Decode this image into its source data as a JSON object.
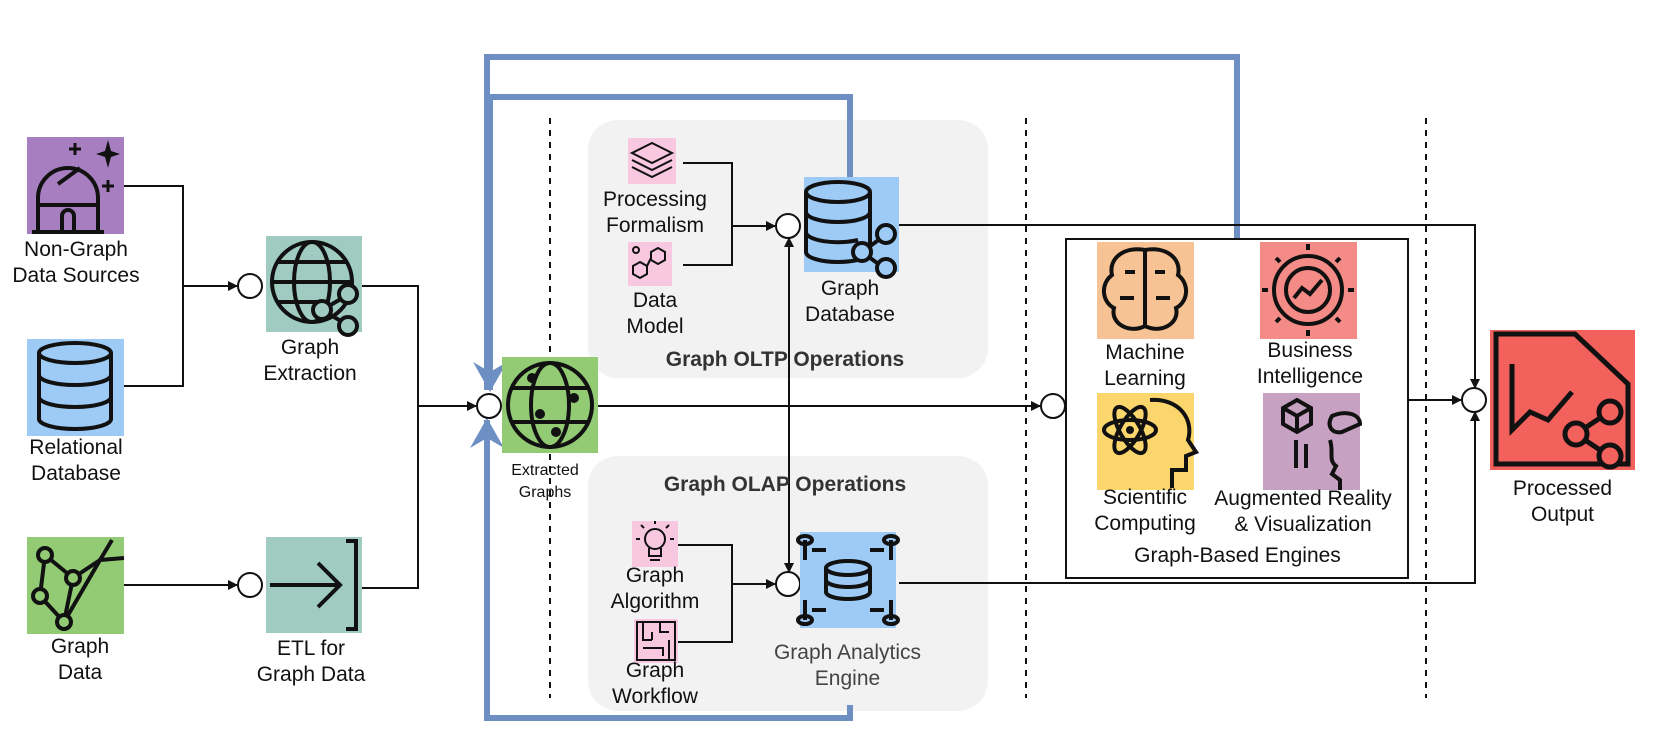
{
  "sources": {
    "non_graph": [
      "Non-Graph",
      "Data Sources"
    ],
    "relational": [
      "Relational",
      "Database"
    ],
    "graph_data": [
      "Graph",
      "Data"
    ]
  },
  "ingest": {
    "graph_extraction": [
      "Graph",
      "Extraction"
    ],
    "etl": [
      "ETL for",
      "Graph Data"
    ]
  },
  "extracted": [
    "Extracted",
    "Graphs"
  ],
  "oltp": {
    "title": "Graph OLTP Operations",
    "processing_formalism": [
      "Processing",
      "Formalism"
    ],
    "data_model": [
      "Data",
      "Model"
    ],
    "graph_database": [
      "Graph",
      "Database"
    ]
  },
  "olap": {
    "title": "Graph OLAP Operations",
    "graph_algorithm": [
      "Graph",
      "Algorithm"
    ],
    "graph_workflow": [
      "Graph",
      "Workflow"
    ],
    "analytics_engine": [
      "Graph Analytics",
      "Engine"
    ]
  },
  "engines": {
    "title": "Graph-Based Engines",
    "machine_learning": [
      "Machine",
      "Learning"
    ],
    "business_intelligence": [
      "Business",
      "Intelligence"
    ],
    "scientific_computing": [
      "Scientific",
      "Computing"
    ],
    "ar_vis": [
      "Augmented Reality",
      "& Visualization"
    ]
  },
  "output": [
    "Processed",
    "Output"
  ],
  "colors": {
    "purple": "#a77fc1",
    "blue": "#9ecbf6",
    "green": "#93cb75",
    "teal": "#9fcbc0",
    "pink": "#f7c8df",
    "orange": "#f8c394",
    "salmon": "#f58b86",
    "yellow": "#fbd66c",
    "mauve": "#c7a1c1",
    "red": "#f3615c",
    "feedback": "#6d8fc4",
    "panel": "#f2f2f2"
  },
  "icons": [
    "observatory-icon",
    "database-icon",
    "graph-network-icon",
    "globe-share-icon",
    "arrow-bracket-icon",
    "globe-network-icon",
    "layers-icon",
    "molecule-icon",
    "database-share-icon",
    "lightbulb-icon",
    "maze-icon",
    "distributed-database-icon",
    "brain-icon",
    "gear-chart-icon",
    "atom-head-icon",
    "ar-vr-icon",
    "document-share-icon"
  ]
}
